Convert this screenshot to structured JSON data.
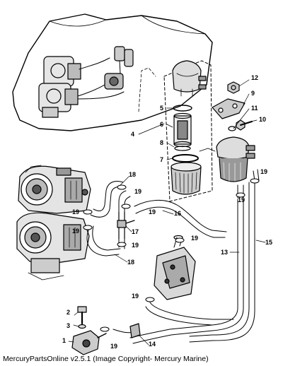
{
  "caption": "MercuryPartsOnline v2.5.1 (Image Copyright- Mercury Marine)",
  "callouts": {
    "c1": "1",
    "c2": "2",
    "c3": "3",
    "c4": "4",
    "c5": "5",
    "c6": "6",
    "c7": "7",
    "c8": "8",
    "c9": "9",
    "c10": "10",
    "c11": "11",
    "c12": "12",
    "c13": "13",
    "c14": "14",
    "c15": "15",
    "c16": "16",
    "c17": "17",
    "c18": "18",
    "c19": "19"
  },
  "colors": {
    "line": "#000000",
    "background": "#ffffff",
    "shade": "#555555"
  }
}
